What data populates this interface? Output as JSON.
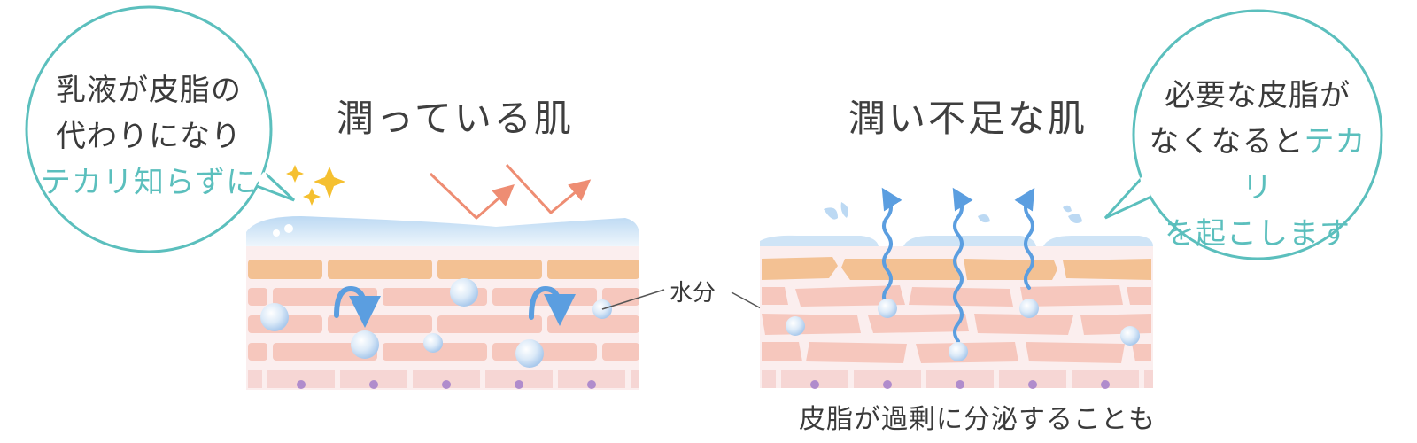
{
  "left_panel": {
    "title": "潤っている肌",
    "bubble_line1": "乳液が皮脂の",
    "bubble_line2": "代わりになり",
    "bubble_line3": "テカリ知らずに"
  },
  "right_panel": {
    "title": "潤い不足な肌",
    "bubble_line1": "必要な皮脂が",
    "bubble_line2_a": "なくなると",
    "bubble_line2_b": "テカリ",
    "bubble_line3": "を起こします",
    "footnote": "皮脂が過剰に分泌することも"
  },
  "water_label": "水分",
  "colors": {
    "bubble_outline": "#5bbfbd",
    "accent_text": "#5bbfbd",
    "oil_band": "#f3c193",
    "skin_cell": "#f6c7bd",
    "basal_cell": "#f6d6d4",
    "nucleus": "#b08ccc",
    "water_film": "#cfe4f6",
    "evaporation_arrow": "#5b9ee0",
    "reflection_arrow": "#ee8d73",
    "sparkle": "#f5c030"
  }
}
